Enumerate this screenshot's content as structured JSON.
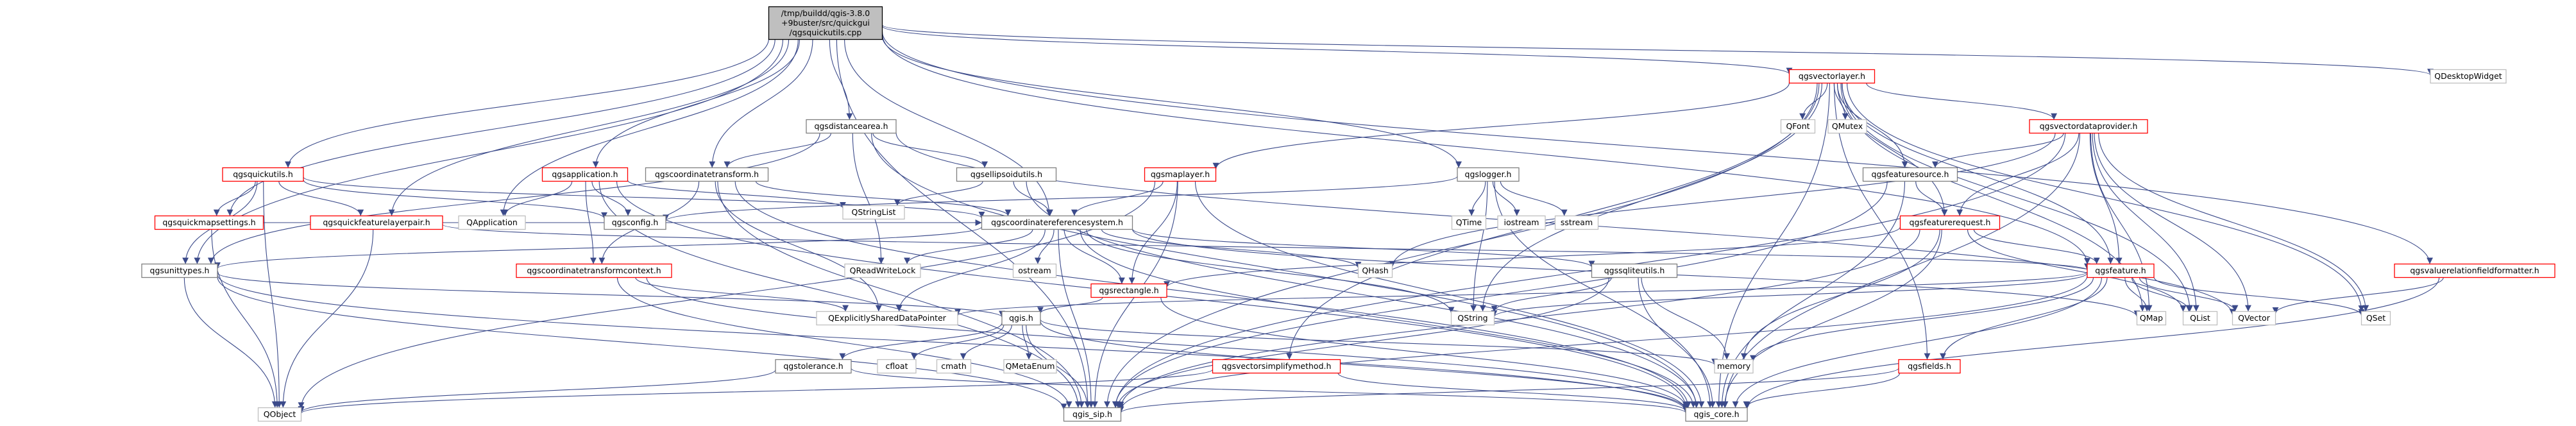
{
  "colors": {
    "root_fill": "#bfbfbf",
    "root_stroke": "#000000",
    "normal_stroke": "#7f7f7f",
    "red_stroke": "#ff0000",
    "system_stroke": "#bfbfbf",
    "edge": "#3b4a8a"
  },
  "nodes": [
    {
      "id": "root",
      "lines": [
        "/tmp/buildd/qgis-3.8.0",
        "+9buster/src/quickgui",
        "/qgsquickutils.cpp"
      ],
      "style": "root"
    },
    {
      "id": "qgsvectorlayer",
      "lines": [
        "qgsvectorlayer.h"
      ],
      "style": "red"
    },
    {
      "id": "QDesktopWidget",
      "lines": [
        "QDesktopWidget"
      ],
      "style": "system"
    },
    {
      "id": "qgsdistancearea",
      "lines": [
        "qgsdistancearea.h"
      ],
      "style": "normal"
    },
    {
      "id": "QFont",
      "lines": [
        "QFont"
      ],
      "style": "system"
    },
    {
      "id": "QMutex",
      "lines": [
        "QMutex"
      ],
      "style": "system"
    },
    {
      "id": "qgsvectordataprovider",
      "lines": [
        "qgsvectordataprovider.h"
      ],
      "style": "red"
    },
    {
      "id": "qgsquickutils",
      "lines": [
        "qgsquickutils.h"
      ],
      "style": "red"
    },
    {
      "id": "qgsapplication",
      "lines": [
        "qgsapplication.h"
      ],
      "style": "red"
    },
    {
      "id": "qgscoordinatetransform",
      "lines": [
        "qgscoordinatetransform.h"
      ],
      "style": "normal"
    },
    {
      "id": "qgsellipsoidutils",
      "lines": [
        "qgsellipsoidutils.h"
      ],
      "style": "normal"
    },
    {
      "id": "qgsmaplayer",
      "lines": [
        "qgsmaplayer.h"
      ],
      "style": "red"
    },
    {
      "id": "qgslogger",
      "lines": [
        "qgslogger.h"
      ],
      "style": "normal"
    },
    {
      "id": "qgsfeaturesource",
      "lines": [
        "qgsfeaturesource.h"
      ],
      "style": "normal"
    },
    {
      "id": "qgsquickmapsettings",
      "lines": [
        "qgsquickmapsettings.h"
      ],
      "style": "red"
    },
    {
      "id": "qgsquickfeaturelayerpair",
      "lines": [
        "qgsquickfeaturelayerpair.h"
      ],
      "style": "red"
    },
    {
      "id": "QApplication",
      "lines": [
        "QApplication"
      ],
      "style": "system"
    },
    {
      "id": "qgsconfig",
      "lines": [
        "qgsconfig.h"
      ],
      "style": "normal"
    },
    {
      "id": "QStringList",
      "lines": [
        "QStringList"
      ],
      "style": "system"
    },
    {
      "id": "qgscoordinatereferencesystem",
      "lines": [
        "qgscoordinatereferencesystem.h"
      ],
      "style": "normal"
    },
    {
      "id": "QTime",
      "lines": [
        "QTime"
      ],
      "style": "system"
    },
    {
      "id": "iostream",
      "lines": [
        "iostream"
      ],
      "style": "system"
    },
    {
      "id": "sstream",
      "lines": [
        "sstream"
      ],
      "style": "system"
    },
    {
      "id": "qgsfeaturerequest",
      "lines": [
        "qgsfeaturerequest.h"
      ],
      "style": "red"
    },
    {
      "id": "qgsunittypes",
      "lines": [
        "qgsunittypes.h"
      ],
      "style": "normal"
    },
    {
      "id": "qgscoordinatetransformcontext",
      "lines": [
        "qgscoordinatetransformcontext.h"
      ],
      "style": "red"
    },
    {
      "id": "QReadWriteLock",
      "lines": [
        "QReadWriteLock"
      ],
      "style": "system"
    },
    {
      "id": "ostream",
      "lines": [
        "ostream"
      ],
      "style": "system"
    },
    {
      "id": "qgsrectangle",
      "lines": [
        "qgsrectangle.h"
      ],
      "style": "red"
    },
    {
      "id": "QHash",
      "lines": [
        "QHash"
      ],
      "style": "system"
    },
    {
      "id": "qgssqliteutils",
      "lines": [
        "qgssqliteutils.h"
      ],
      "style": "normal"
    },
    {
      "id": "qgsfeature",
      "lines": [
        "qgsfeature.h"
      ],
      "style": "red"
    },
    {
      "id": "qgsvaluerelationfieldformatter",
      "lines": [
        "qgsvaluerelationfieldformatter.h"
      ],
      "style": "red"
    },
    {
      "id": "QExplicitlySharedDataPointer",
      "lines": [
        "QExplicitlySharedDataPointer"
      ],
      "style": "system"
    },
    {
      "id": "QString",
      "lines": [
        "QString"
      ],
      "style": "system"
    },
    {
      "id": "qgis",
      "lines": [
        "qgis.h"
      ],
      "style": "normal"
    },
    {
      "id": "QMap",
      "lines": [
        "QMap"
      ],
      "style": "system"
    },
    {
      "id": "QList",
      "lines": [
        "QList"
      ],
      "style": "system"
    },
    {
      "id": "QVector",
      "lines": [
        "QVector"
      ],
      "style": "system"
    },
    {
      "id": "QSet",
      "lines": [
        "QSet"
      ],
      "style": "system"
    },
    {
      "id": "qgstolerance",
      "lines": [
        "qgstolerance.h"
      ],
      "style": "normal"
    },
    {
      "id": "cfloat",
      "lines": [
        "cfloat"
      ],
      "style": "system"
    },
    {
      "id": "cmath",
      "lines": [
        "cmath"
      ],
      "style": "system"
    },
    {
      "id": "QMetaEnum",
      "lines": [
        "QMetaEnum"
      ],
      "style": "system"
    },
    {
      "id": "memory",
      "lines": [
        "memory"
      ],
      "style": "system"
    },
    {
      "id": "qgsvectorsimplifymethod",
      "lines": [
        "qgsvectorsimplifymethod.h"
      ],
      "style": "red"
    },
    {
      "id": "qgsfields",
      "lines": [
        "qgsfields.h"
      ],
      "style": "red"
    },
    {
      "id": "QObject",
      "lines": [
        "QObject"
      ],
      "style": "system"
    },
    {
      "id": "qgis_sip",
      "lines": [
        "qgis_sip.h"
      ],
      "style": "normal"
    },
    {
      "id": "qgis_core",
      "lines": [
        "qgis_core.h"
      ],
      "style": "normal"
    }
  ],
  "edges": [
    [
      "root",
      "qgsvectorlayer"
    ],
    [
      "root",
      "QDesktopWidget"
    ],
    [
      "root",
      "qgsdistancearea"
    ],
    [
      "root",
      "qgsquickutils"
    ],
    [
      "root",
      "qgsapplication"
    ],
    [
      "root",
      "qgscoordinatetransform"
    ],
    [
      "root",
      "qgslogger"
    ],
    [
      "root",
      "qgsquickmapsettings"
    ],
    [
      "root",
      "qgsquickfeaturelayerpair"
    ],
    [
      "root",
      "QApplication"
    ],
    [
      "root",
      "qgscoordinatereferencesystem"
    ],
    [
      "root",
      "qgsvaluerelationfieldformatter"
    ],
    [
      "root",
      "qgsunittypes"
    ],
    [
      "root",
      "qgis_sip"
    ],
    [
      "root",
      "qgsfeature"
    ],
    [
      "qgsvectorlayer",
      "QFont"
    ],
    [
      "qgsvectorlayer",
      "QMutex"
    ],
    [
      "qgsvectorlayer",
      "qgsvectordataprovider"
    ],
    [
      "qgsvectorlayer",
      "qgsmaplayer"
    ],
    [
      "qgsvectorlayer",
      "qgsfeaturesource"
    ],
    [
      "qgsvectorlayer",
      "qgsfeaturerequest"
    ],
    [
      "qgsvectorlayer",
      "qgsfeature"
    ],
    [
      "qgsvectorlayer",
      "qgsvectorsimplifymethod"
    ],
    [
      "qgsvectorlayer",
      "qgsfields"
    ],
    [
      "qgsvectorlayer",
      "QMap"
    ],
    [
      "qgsvectorlayer",
      "QList"
    ],
    [
      "qgsvectorlayer",
      "QSet"
    ],
    [
      "qgsvectorlayer",
      "qgis_core"
    ],
    [
      "qgsvectorlayer",
      "qgis_sip"
    ],
    [
      "qgsvectorlayer",
      "QString"
    ],
    [
      "qgsvectordataprovider",
      "qgsfeaturesource"
    ],
    [
      "qgsvectordataprovider",
      "qgsfeaturerequest"
    ],
    [
      "qgsvectordataprovider",
      "qgsfeature"
    ],
    [
      "qgsvectordataprovider",
      "QMap"
    ],
    [
      "qgsvectordataprovider",
      "QList"
    ],
    [
      "qgsvectordataprovider",
      "QSet"
    ],
    [
      "qgsvectordataprovider",
      "QHash"
    ],
    [
      "qgsvectordataprovider",
      "qgis_core"
    ],
    [
      "qgsvectordataprovider",
      "qgis_sip"
    ],
    [
      "qgsvectordataprovider",
      "QVector"
    ],
    [
      "qgsdistancearea",
      "qgscoordinatetransform"
    ],
    [
      "qgsdistancearea",
      "qgsellipsoidutils"
    ],
    [
      "qgsdistancearea",
      "qgsunittypes"
    ],
    [
      "qgsdistancearea",
      "QReadWriteLock"
    ],
    [
      "qgsdistancearea",
      "qgis_core"
    ],
    [
      "qgsdistancearea",
      "QVector"
    ],
    [
      "qgsquickutils",
      "qgsquickmapsettings"
    ],
    [
      "qgsquickutils",
      "qgsquickfeaturelayerpair"
    ],
    [
      "qgsquickutils",
      "qgsunittypes"
    ],
    [
      "qgsquickutils",
      "QObject"
    ],
    [
      "qgsquickutils",
      "qgsconfig"
    ],
    [
      "qgsquickutils",
      "qgscoordinatereferencesystem"
    ],
    [
      "qgsapplication",
      "QApplication"
    ],
    [
      "qgsapplication",
      "qgsconfig"
    ],
    [
      "qgsapplication",
      "QStringList"
    ],
    [
      "qgsapplication",
      "qgscoordinatetransformcontext"
    ],
    [
      "qgsapplication",
      "qgis_core"
    ],
    [
      "qgsapplication",
      "qgis_sip"
    ],
    [
      "qgscoordinatetransform",
      "qgscoordinatereferencesystem"
    ],
    [
      "qgscoordinatetransform",
      "qgscoordinatetransformcontext"
    ],
    [
      "qgscoordinatetransform",
      "QExplicitlySharedDataPointer"
    ],
    [
      "qgscoordinatetransform",
      "qgis_core"
    ],
    [
      "qgscoordinatetransform",
      "qgis_sip"
    ],
    [
      "qgsellipsoidutils",
      "qgscoordinatereferencesystem"
    ],
    [
      "qgsellipsoidutils",
      "QStringList"
    ],
    [
      "qgsellipsoidutils",
      "qgis_core"
    ],
    [
      "qgsmaplayer",
      "qgscoordinatereferencesystem"
    ],
    [
      "qgsmaplayer",
      "qgsrectangle"
    ],
    [
      "qgsmaplayer",
      "QObject"
    ],
    [
      "qgsmaplayer",
      "qgis_core"
    ],
    [
      "qgsmaplayer",
      "qgis_sip"
    ],
    [
      "qgslogger",
      "QTime"
    ],
    [
      "qgslogger",
      "iostream"
    ],
    [
      "qgslogger",
      "sstream"
    ],
    [
      "qgslogger",
      "qgsconfig"
    ],
    [
      "qgslogger",
      "qgis_core"
    ],
    [
      "qgslogger",
      "QString"
    ],
    [
      "qgsfeaturesource",
      "qgsfeaturerequest"
    ],
    [
      "qgsfeaturesource",
      "qgis_core"
    ],
    [
      "qgsfeaturesource",
      "qgis_sip"
    ],
    [
      "qgsquickmapsettings",
      "qgscoordinatereferencesystem"
    ],
    [
      "qgsquickmapsettings",
      "QObject"
    ],
    [
      "qgsquickfeaturelayerpair",
      "qgsfeature"
    ],
    [
      "qgsquickfeaturelayerpair",
      "QObject"
    ],
    [
      "qgscoordinatereferencesystem",
      "qgsunittypes"
    ],
    [
      "qgscoordinatereferencesystem",
      "QReadWriteLock"
    ],
    [
      "qgscoordinatereferencesystem",
      "ostream"
    ],
    [
      "qgscoordinatereferencesystem",
      "qgsrectangle"
    ],
    [
      "qgscoordinatereferencesystem",
      "QHash"
    ],
    [
      "qgscoordinatereferencesystem",
      "qgssqliteutils"
    ],
    [
      "qgscoordinatereferencesystem",
      "QExplicitlySharedDataPointer"
    ],
    [
      "qgscoordinatereferencesystem",
      "QString"
    ],
    [
      "qgscoordinatereferencesystem",
      "qgis_core"
    ],
    [
      "qgscoordinatereferencesystem",
      "qgis_sip"
    ],
    [
      "qgscoordinatereferencesystem",
      "QMap"
    ],
    [
      "qgsfeaturerequest",
      "qgsfeature"
    ],
    [
      "qgsfeaturerequest",
      "qgsrectangle"
    ],
    [
      "qgsfeaturerequest",
      "QList"
    ],
    [
      "qgsfeaturerequest",
      "memory"
    ],
    [
      "qgsfeaturerequest",
      "qgis_core"
    ],
    [
      "qgsfeaturerequest",
      "qgis_sip"
    ],
    [
      "qgsunittypes",
      "qgis"
    ],
    [
      "qgsunittypes",
      "QObject"
    ],
    [
      "qgsunittypes",
      "qgis_core"
    ],
    [
      "qgsunittypes",
      "qgis_sip"
    ],
    [
      "qgscoordinatetransformcontext",
      "qgis_core"
    ],
    [
      "qgscoordinatetransformcontext",
      "qgis_sip"
    ],
    [
      "qgscoordinatetransformcontext",
      "QExplicitlySharedDataPointer"
    ],
    [
      "qgsrectangle",
      "qgis"
    ],
    [
      "qgsrectangle",
      "qgis_core"
    ],
    [
      "qgssqliteutils",
      "qgis_core"
    ],
    [
      "qgssqliteutils",
      "qgis_sip"
    ],
    [
      "qgssqliteutils",
      "memory"
    ],
    [
      "qgssqliteutils",
      "QString"
    ],
    [
      "qgsfeature",
      "qgsfields"
    ],
    [
      "qgsfeature",
      "QMap"
    ],
    [
      "qgsfeature",
      "QList"
    ],
    [
      "qgsfeature",
      "QVector"
    ],
    [
      "qgsfeature",
      "QSet"
    ],
    [
      "qgsfeature",
      "memory"
    ],
    [
      "qgsfeature",
      "QString"
    ],
    [
      "qgsfeature",
      "qgis_core"
    ],
    [
      "qgsfeature",
      "qgis_sip"
    ],
    [
      "qgsfeature",
      "QExplicitlySharedDataPointer"
    ],
    [
      "qgsvaluerelationfieldformatter",
      "QVector"
    ],
    [
      "qgsvaluerelationfieldformatter",
      "qgis_core"
    ],
    [
      "qgis",
      "qgstolerance"
    ],
    [
      "qgis",
      "cfloat"
    ],
    [
      "qgis",
      "cmath"
    ],
    [
      "qgis",
      "QMetaEnum"
    ],
    [
      "qgis",
      "memory"
    ],
    [
      "qgis",
      "qgis_core"
    ],
    [
      "qgis",
      "qgis_sip"
    ],
    [
      "qgstolerance",
      "QObject"
    ],
    [
      "qgstolerance",
      "qgis_core"
    ],
    [
      "qgsvectorsimplifymethod",
      "qgis_core"
    ],
    [
      "qgsvectorsimplifymethod",
      "QObject"
    ],
    [
      "qgsfields",
      "qgis_core"
    ],
    [
      "qgsfields",
      "qgis_sip"
    ]
  ]
}
